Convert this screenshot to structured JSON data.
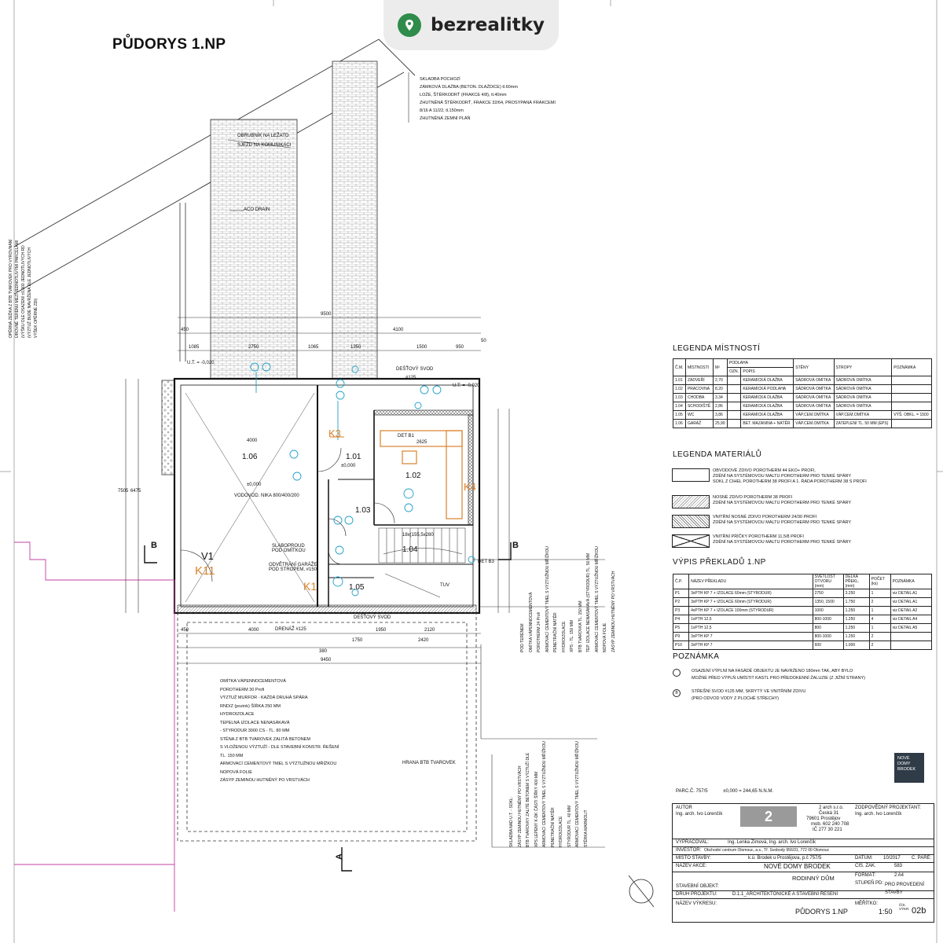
{
  "brand": {
    "name": "bezrealitky",
    "icon": "location-pin-icon",
    "color": "#2f8c4a"
  },
  "drawing": {
    "title": "PŮDORYS 1.NP",
    "scale_note": "PARC.Č. 757/5",
    "level_note": "±0,000 = 244,65 N.N.M.",
    "rooms": [
      {
        "code": "1.06",
        "label": "1.06"
      },
      {
        "code": "1.01",
        "label": "1.01"
      },
      {
        "code": "1.02",
        "label": "1.02"
      },
      {
        "code": "1.03",
        "label": "1.03"
      },
      {
        "code": "1.04",
        "label": "1.04"
      },
      {
        "code": "1.05",
        "label": "1.05"
      }
    ],
    "dims": {
      "total_top": "9500",
      "top_a": "450",
      "top_b": "4100",
      "top_c": "50",
      "row2": [
        "1085",
        "2750",
        "1065",
        "1350",
        "1500",
        "950"
      ],
      "bottom_total": "9450",
      "bottom_a": "450",
      "bottom_b": "4000",
      "bottom_c": "1950",
      "bottom_d": "2120",
      "bottom_e": "1750",
      "bottom_f": "2420",
      "bottom_g": "380",
      "left_a": "7505",
      "left_b": "6475",
      "door": "4000",
      "stair": "18x(155,5x280"
    },
    "labels": {
      "level_ut": "U.T. = -0,020",
      "level_zero": "±0,000",
      "drain": "ACO DRAIN",
      "curb": "OBRUBNÍK NA LEŽATO",
      "ramp": "SJEZD NA KOMUNIKACI",
      "downpipe": "DEŠŤOVÝ SVOD",
      "downpipe_dia": "#125",
      "section_b": "B",
      "section_a": "A",
      "k11": "K11",
      "v1": "V1",
      "k1": "K1",
      "k3": "K3",
      "k4": "K4",
      "det_b1": "DET B1",
      "det_b3": "DET B3",
      "drainage": "DRENÁŽ #125",
      "downpipe2": "DEŠŤOVÝ SVOD",
      "niche": "VODOVOD. NIKA 800/400/200",
      "power": "SLABOPROUD POD OMÍTKOU",
      "vent": "ODVĚTRÁNÍ GARÁŽE POD STROPEM, #150",
      "ut_label": "TUV",
      "dim_2625": "2625"
    },
    "paving_note": [
      "SKLADBA POCHOZÍ",
      "ZÁMKOVÁ DLAŽBA (BETON. DLAŽDICE) tl.60mm",
      "LOŽE, ŠTĚRKODRŤ (FRAKCE 4/8), tl.40mm",
      "ZHUTNĚNÁ ŠTĚRKODRŤ, FRAKCE 32/64, PROSYPANÁ FRAKCEMI",
      "8/16 A 11/22, tl.150mm",
      "ZHUTNĚNÁ ZEMNÍ PLÁŇ"
    ],
    "left_note": [
      "OPĚRNÁ ZEĎKA Z BTB TVAROVEK PRO VYROVNÁNÍ",
      "ÚROVNĚ TERÉNU MEZI JEDNOTLIVÝMI PARCELAMI",
      "(VÝŠKU DLE OSAZENÍ ±0,000 JEDNOTLIVÝCH RD",
      "(VÝZTUŽ BUDE NAVRŽENA DLE JEDNOTLIVÝCH",
      "VÝŠEK OPĚRNÉ ZDI)"
    ],
    "wall_note": [
      "OMÍTKA VÁPENNOCEMENTOVÁ",
      "POROTHERM 30 Profi",
      "VÝZTUŽ MURFOR - KAŽDÁ DRUHÁ SPÁRA",
      "RND/Z (pozink) ŠÍŘKA 250 MM",
      "HYDROIZOLACE",
      "TEPELNÁ IZOLACE NENASÁKAVÁ",
      "- STYRODUR 3000 CS - TL. 80 MM",
      "STĚNA Z BTB TVAROVEK ZALITÁ BETONEM",
      "S VLOŽENOU VÝZTUŽÍ - DLE STAVEBNÍ KONSTR. ŘEŠENÍ",
      "TL. 150 MM",
      "ARMOVACÍ CEMENTOVÝ TMEL S VÝZTUŽNOU MŘÍŽKOU",
      "NOPOVÁ FOLIE",
      "ZÁSYP ZEMINOU HUTNĚNÝ PO VRSTVÁCH"
    ],
    "edge_label": "HRANA BTB TVAROVEK",
    "vertical_notes_right": [
      "POD TERÉNEM",
      "OMÍTKA VÁPENNOCEMENTOVÁ",
      "POROTHERM 24 Profi",
      "ARMOVACÍ CEMENTOVÝ TMEL S VÝZTUŽNOU MŘÍŽKOU",
      "PENETRAČNÍ NÁTĚR",
      "HYDROIZOLACE",
      "XPS - TL. 150 MM",
      "BTB TVAROVKA TL. 150 MM",
      "TEP. IZOLACE NENASÁKAVÁ (STYRODUR) TL. 50 MM",
      "ARMOVACÍ CEMENTOVÝ TMEL S VÝZTUŽNOU MŘÍŽKOU",
      "NOPOVÁ FOLIE",
      "ZÁSYP ZEMINOU HUTNĚNÝ PO VRSTVÁCH"
    ],
    "vertical_notes_bottom": [
      "SKLADBA NAD U.T. - SOKL:",
      "ZÁSYP ZEMINOU HUTNĚNÝ PO VRSTVÁCH",
      "BTB TVAROVKY ZALITÉ BETONEM S VÝZTUŽÍ DLE",
      "XPS LEPENÝ K-DK ČÁSTI ŠÍŘKY 400 MM",
      "ARMOVACÍ CEMENTOVÝ TMEL S VÝZTUŽNOU MŘÍŽKOU",
      "PENETRAČNÍ NÁTĚR",
      "HYDROIZOLACE",
      "STYRODUR TL. 40 MM",
      "ARMOVACÍ CEMENTOVÝ TMEL S VÝZTUŽNOU MŘÍŽKOU",
      "STĚRKA MARMOLIT"
    ]
  },
  "rooms_legend": {
    "heading": "LEGENDA MÍSTNOSTÍ",
    "columns": [
      "Č.M.",
      "MÍSTNOSTI",
      "M²",
      "PODLAHA",
      "STĚNY",
      "STROPY",
      "POZNÁMKA"
    ],
    "subcols": [
      "OZN.",
      "POPIS"
    ],
    "rows": [
      {
        "c": "1.01",
        "n": "ZÁDVEŘÍ",
        "a": "2,70",
        "p": "KERAMICKÁ DLAŽBA",
        "s": "SÁDROVÁ OMÍTKA",
        "t": "SÁDROVÁ OMÍTKA",
        "x": ""
      },
      {
        "c": "1.02",
        "n": "PRACOVNA",
        "a": "8,20",
        "p": "KERAMICKÁ PODLAHA",
        "s": "SÁDROVÁ OMÍTKA",
        "t": "SÁDROVÁ OMÍTKA",
        "x": ""
      },
      {
        "c": "1.03",
        "n": "CHODBA",
        "a": "3,34",
        "p": "KERAMICKÁ DLAŽBA",
        "s": "SÁDROVÁ OMÍTKA",
        "t": "SÁDROVÁ OMÍTKA",
        "x": ""
      },
      {
        "c": "1.04",
        "n": "SCHODIŠTĚ",
        "a": "2,86",
        "p": "KERAMICKÁ DLAŽBA",
        "s": "SÁDROVÁ OMÍTKA",
        "t": "SÁDROVÁ OMÍTKA",
        "x": ""
      },
      {
        "c": "1.05",
        "n": "WC",
        "a": "3,86",
        "p": "KERAMICKÁ DLAŽBA",
        "s": "VÁP.CEM.OMÍTKA",
        "t": "VÁP.CEM.OMÍTKA",
        "x": "VÝŠ. OBKL. = 1500"
      },
      {
        "c": "1.06",
        "n": "GARÁŽ",
        "a": "25,90",
        "p": "BET. MAZANINA + NÁTĚR",
        "s": "VÁP.CEM.OMÍTKA",
        "t": "ZATEPLENÍ TL. 50 MM (EPS)",
        "x": ""
      }
    ]
  },
  "materials_legend": {
    "heading": "LEGENDA MATERIÁLŮ",
    "items": [
      {
        "l1": "OBVODOVÉ ZDIVO POROTHERM 44 EKO+ PROFI,",
        "l2": "ZDĚNÍ NA SYSTÉMOVOU MALTU POROTHERM PRO TENKÉ SPÁRY",
        "l3": "SOKL Z CIHEL POROTHERM 38 PROFI A 1. ŘADA POROTHERM 38 S PROFI"
      },
      {
        "l1": "NOSNÉ ZDIVO POROTHERM 38 PROFI",
        "l2": "ZDĚNÍ NA SYSTÉMOVOU MALTU POROTHERM PRO TENKÉ SPÁRY",
        "l3": ""
      },
      {
        "l1": "VNITŘNÍ NOSNÉ ZDIVO POROTHERM 24/30 PROFI",
        "l2": "ZDĚNÍ NA SYSTÉMOVOU MALTU POROTHERM PRO TENKÉ SPÁRY",
        "l3": ""
      },
      {
        "l1": "VNITŘNÍ PŘÍČKY POROTHERM 11,5/8 PROFI",
        "l2": "ZDĚNÍ NA SYSTÉMOVOU MALTU POROTHERM PRO TENKÉ SPÁRY",
        "l3": ""
      }
    ]
  },
  "lintels": {
    "heading": "VÝPIS PŘEKLADŮ 1.NP",
    "columns": [
      "Č.P.",
      "NÁZEV PŘEKLADU",
      "SVĚTLOST OTVORU (mm)",
      "DÉLKA PŘEKL. (mm)",
      "POČET (ks)",
      "POZNÁMKA"
    ],
    "rows": [
      {
        "c": "P1",
        "n": "3xPTH KP 7 + IZOLACE 60mm (STYRODUR)",
        "s": "2750",
        "d": "3.250",
        "p": "1",
        "x": "viz DETAIL A1"
      },
      {
        "c": "P2",
        "n": "3xPTH KP 7 + IZOLACE 60mm (STYRODUR)",
        "s": "1350, 1500",
        "d": "1.750",
        "p": "2",
        "x": "viz DETAIL A1"
      },
      {
        "c": "P3",
        "n": "4xPTH KP 7 + IZOLACE 100mm (STYRODUR)",
        "s": "1000",
        "d": "1.250",
        "p": "1",
        "x": "viz DETAIL A2"
      },
      {
        "c": "P4",
        "n": "1xPTH 12,5",
        "s": "800-1000",
        "d": "1.250",
        "p": "4",
        "x": "viz DETAIL A4"
      },
      {
        "c": "P5",
        "n": "1xPTH 12,5",
        "s": "800",
        "d": "1.250",
        "p": "1",
        "x": "viz DETAIL A5"
      },
      {
        "c": "P9",
        "n": "3xPTH KP 7",
        "s": "800-1000",
        "d": "1.250",
        "p": "2",
        "x": ""
      },
      {
        "c": "P10",
        "n": "3xPTH KP 7",
        "s": "600",
        "d": "1.000",
        "p": "2",
        "x": ""
      }
    ]
  },
  "notes": {
    "heading": "POZNÁMKA",
    "items": [
      {
        "mark": "",
        "l1": "OSAZENÍ VÝPLNÍ NA FASÁDĚ OBJEKTU JE NAVRŽENO 180mm TAK, ABY BYLO",
        "l2": "MOŽNÉ PŘED VÝPLŇ UMÍSTIT KASTL PRO PŘEDOKENNÍ ŽALUZIE (Z JIŽNÍ STRANY)"
      },
      {
        "mark": "B",
        "l1": "STŘEŠNÍ SVOD #125 MM, SKRYTÝ VE VNITŘNÍM ZDIVU",
        "l2": "(PRO ODVOD VODY Z PLOCHÉ STŘECHY)"
      }
    ]
  },
  "logo": {
    "l1": "NOVÉ",
    "l2": "DOMY",
    "l3": "BRODEK"
  },
  "title_block": {
    "autor_label": "AUTOR",
    "autor": "Ing. arch. Ivo Lorenčík",
    "firm": "2 arch s.r.o.",
    "firm_addr": "Česká 31",
    "firm_city": "79601 Prostějov",
    "firm_mob": "mob. 602 240 708",
    "firm_ic": "IČ 277 30 221",
    "resp_label": "ZODPOVĚDNÝ PROJEKTANT:",
    "resp": "Ing. arch. Ivo Lorenčík",
    "vyprac_label": "VYPRACOVAL:",
    "vyprac": "Ing. Lenka Zimová, Ing. arch. Ivo Lorenčík",
    "investor_label": "INVESTOR:",
    "investor": "Obchodní centrum Olomouc, a.s., Tř. Svobody 956/31, 772 00 Olomouc",
    "misto_label": "MÍSTO STAVBY:",
    "misto": "k.ú. Brodek u Prostějova, p.č 757/5",
    "akce_label": "NÁZEV AKCE:",
    "akce": "NOVÉ DOMY BRODEK",
    "objekt_label": "STAVEBNÍ OBJEKT:",
    "objekt": "RODINNÝ DŮM",
    "druh_label": "DRUH PROJEKTU:",
    "druh": "D.1.1_ARCHITEKTONICKÉ A STAVEBNÍ ŘEŠENÍ",
    "vykres_label": "NÁZEV VÝKRESU:",
    "vykres": "PŮDORYS 1.NP",
    "datum_label": "DATUM:",
    "datum": "10/2017",
    "cpare_label": "Č. PARÉ:",
    "zak_label": "ČÍS. ZAK.",
    "zak": "583",
    "format_label": "FORMÁT:",
    "format": "2 A4",
    "stupen_label": "STUPEŇ PD:",
    "stupen": "PRO PROVEDENÍ STAVBY",
    "meritko_label": "MĚŘÍTKO:",
    "meritko": "1:50",
    "cis_label": "ČÍS. VÝKR.",
    "cis": "02b"
  },
  "colors": {
    "line": "#222222",
    "cyan": "#1fa0c8",
    "orange": "#d9822b",
    "magenta": "#c040a0",
    "brand": "#2f8c4a"
  }
}
